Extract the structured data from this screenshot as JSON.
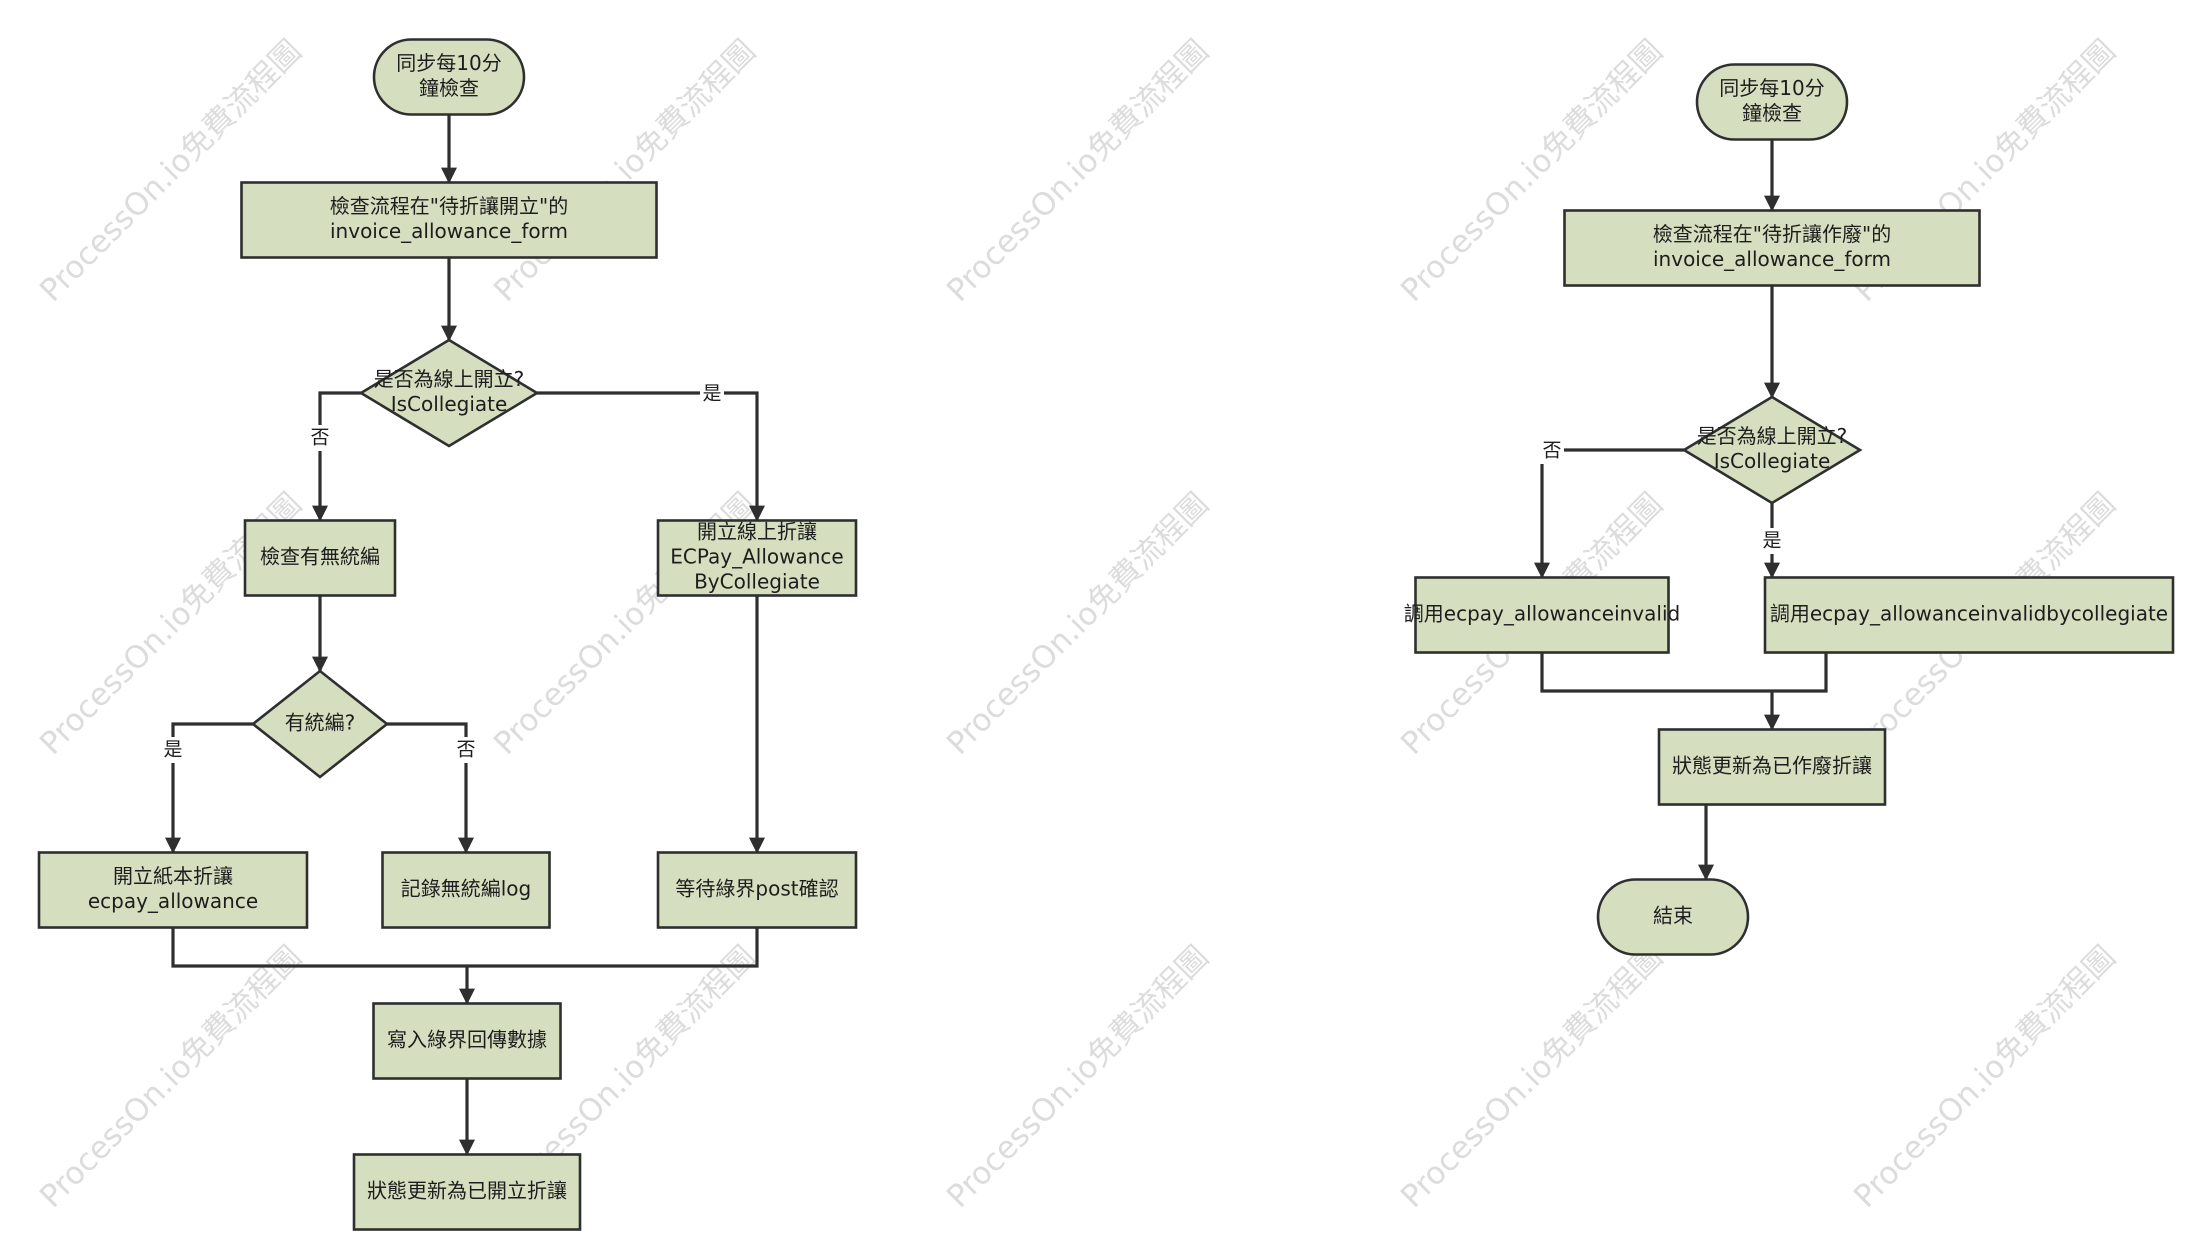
{
  "watermark": "ProcessOn.io免費流程圖",
  "colors": {
    "node_fill": "#d5dfc0",
    "stroke": "#2f2f2f",
    "background": "#ffffff"
  },
  "nodes": {
    "l_start": [
      "同步每10分",
      "鐘檢查"
    ],
    "l_check_flow": [
      "檢查流程在\"待折讓開立\"的",
      "invoice_allowance_form"
    ],
    "l_is_online": [
      "是否為線上開立?",
      "IsCollegiate"
    ],
    "l_check_tax_id": [
      "檢查有無統編"
    ],
    "l_online_allowance": [
      "開立線上折讓",
      "ECPay_Allowance",
      "ByCollegiate"
    ],
    "l_has_tax_id": [
      "有統編?"
    ],
    "l_paper_allowance": [
      "開立紙本折讓",
      "ecpay_allowance"
    ],
    "l_log_no_tax_id": [
      "記錄無統編log"
    ],
    "l_wait_post": [
      "等待綠界post確認"
    ],
    "l_write_data": [
      "寫入綠界回傳數據"
    ],
    "l_status_issued": [
      "狀態更新為已開立折讓"
    ],
    "r_start": [
      "同步每10分",
      "鐘檢查"
    ],
    "r_check_flow": [
      "檢查流程在\"待折讓作廢\"的",
      "invoice_allowance_form"
    ],
    "r_is_online": [
      "是否為線上開立?",
      "IsCollegiate"
    ],
    "r_invalid": [
      "調用ecpay_allowanceinvalid"
    ],
    "r_invalid_collegiate": [
      "調用ecpay_allowanceinvalidbycollegiate"
    ],
    "r_status_void": [
      "狀態更新為已作廢折讓"
    ],
    "r_end": [
      "結束"
    ]
  },
  "edge_labels": {
    "l_online_yes": "是",
    "l_online_no": "否",
    "l_taxid_yes": "是",
    "l_taxid_no": "否",
    "r_online_no": "否",
    "r_online_yes": "是"
  }
}
